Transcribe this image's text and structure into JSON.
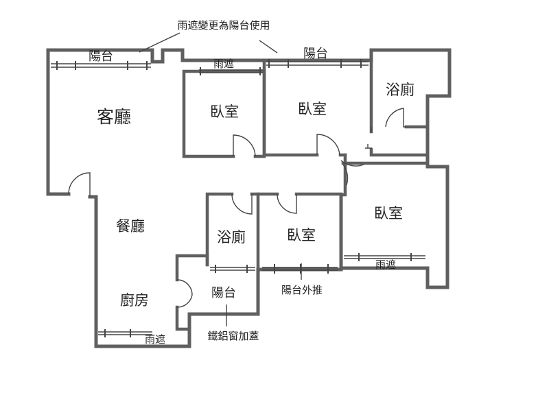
{
  "rooms": {
    "living": "客廳",
    "dining": "餐廳",
    "kitchen": "廚房",
    "bedroom_a": "臥室",
    "bedroom_b": "臥室",
    "bedroom_c": "臥室",
    "bedroom_d": "臥室",
    "bath_a": "浴廁",
    "bath_b": "浴廁"
  },
  "balconies": {
    "top_left": "陽台",
    "top_right": "陽台",
    "service": "陽台"
  },
  "canopies": {
    "top": "雨遮",
    "right": "雨遮",
    "bottom": "雨遮"
  },
  "notes": {
    "canopy_to_balcony": "雨遮變更為陽台使用",
    "balcony_push_out": "陽台外推",
    "aluminum_window": "鐵鋁窗加蓋"
  },
  "colors": {
    "wall": "#5f5f5f",
    "line": "#444444"
  }
}
